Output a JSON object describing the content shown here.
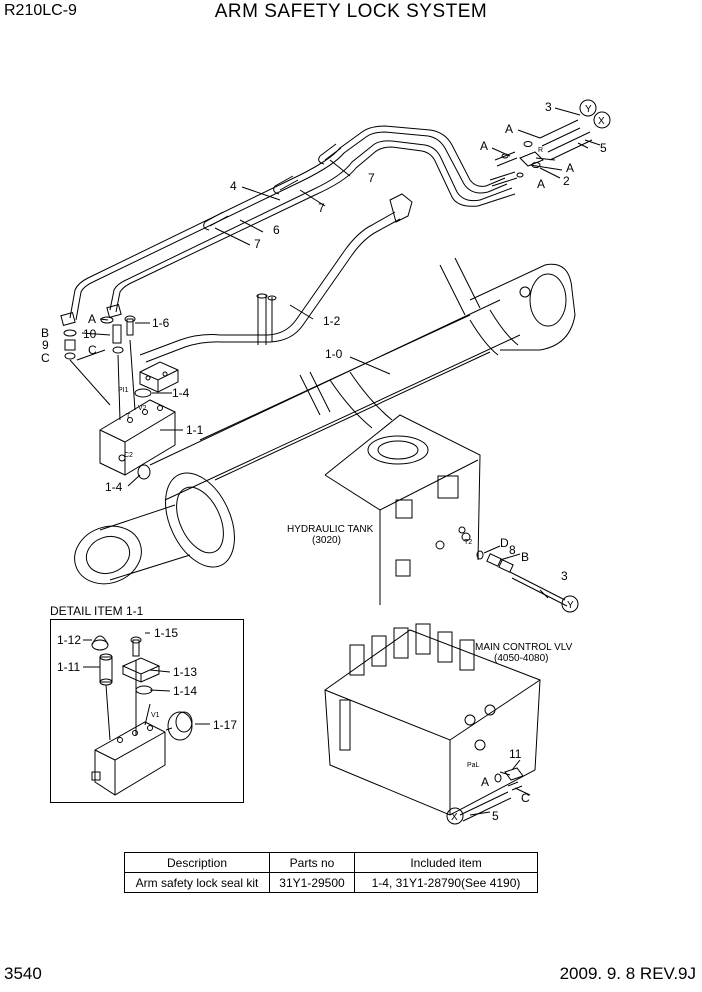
{
  "header": {
    "model": "R210LC-9",
    "title": "ARM SAFETY LOCK SYSTEM"
  },
  "footer": {
    "page_number": "3540",
    "date_rev": "2009. 9. 8  REV.9J"
  },
  "labels": {
    "l3": "3",
    "l5": "5",
    "lY": "Y",
    "lX": "X",
    "lA": "A",
    "lB": "B",
    "lC": "C",
    "lD": "D",
    "l2": "2",
    "l4": "4",
    "l6": "6",
    "l7": "7",
    "l8": "8",
    "l9": "9",
    "l10": "10",
    "l11": "11",
    "l1_0": "1-0",
    "l1_1": "1-1",
    "l1_2": "1-2",
    "l1_4": "1-4",
    "l1_6": "1-6",
    "l1_11": "1-11",
    "l1_12": "1-12",
    "l1_13": "1-13",
    "l1_14": "1-14",
    "l1_15": "1-15",
    "l1_17": "1-17",
    "hydraulic_tank": "HYDRAULIC TANK",
    "hydraulic_tank_ref": "(3020)",
    "main_control": "MAIN CONTROL VLV",
    "main_control_ref": "(4050-4080)",
    "port_pi1": "PI1",
    "port_t": "T",
    "port_v2": "V2",
    "port_c2": "C2",
    "port_v1": "V1",
    "port_t2": "T2",
    "port_r": "R",
    "port_pal": "PaL"
  },
  "detail": {
    "title": "DETAIL ITEM 1-1"
  },
  "parts_table": {
    "headers": [
      "Description",
      "Parts no",
      "Included item"
    ],
    "rows": [
      [
        "Arm safety lock seal kit",
        "31Y1-29500",
        "1-4, 31Y1-28790(See 4190)"
      ]
    ]
  }
}
